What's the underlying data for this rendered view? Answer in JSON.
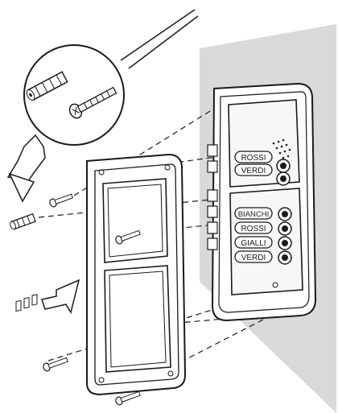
{
  "panel": {
    "upper_module": {
      "buttons": [
        "ROSSI",
        "VERDI"
      ]
    },
    "lower_module": {
      "buttons": [
        "BIANCHI",
        "ROSSI",
        "GIALLI",
        "VERDI"
      ]
    }
  },
  "colors": {
    "wall": "#d9d9d9",
    "line": "#1a1a1a",
    "frame_fill": "#ffffff",
    "plate_fill": "#f7f7f7"
  },
  "icons": [
    "screw-icon",
    "wall-plug-icon",
    "arrow-icon",
    "magnifier-circle-icon"
  ]
}
